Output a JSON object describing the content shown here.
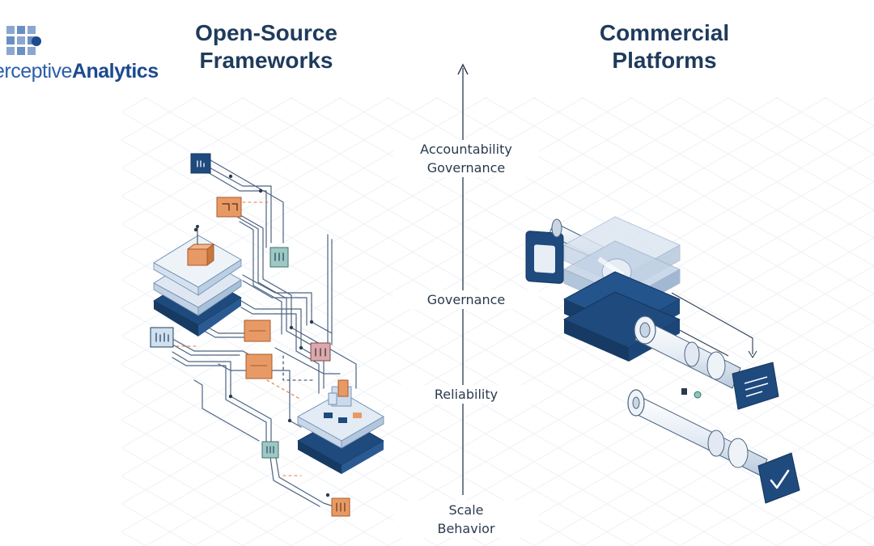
{
  "logo": {
    "text_light": "erceptive",
    "text_bold": "Analytics",
    "color_light": "#2c5fa8",
    "color_bold": "#1d4a8e"
  },
  "left_heading": {
    "line1": "Open-Source",
    "line2": "Frameworks"
  },
  "right_heading": {
    "line1": "Commercial",
    "line2": "Platforms"
  },
  "axis": {
    "labels": [
      {
        "line1": "Accountability",
        "line2": "Governance"
      },
      {
        "line1": "Governance",
        "line2": ""
      },
      {
        "line1": "Reliability",
        "line2": ""
      },
      {
        "line1": "Scale",
        "line2": "Behavior"
      }
    ]
  },
  "colors": {
    "navy": "#1e4a7e",
    "slate": "#1f3b5c",
    "steel": "#6f8fb5",
    "pale": "#c9d9ea",
    "orange": "#e89a66",
    "teal": "#8fc3bd",
    "pink": "#d9a9ad"
  },
  "icons": [
    "check-icon",
    "document-icon",
    "arrow-up-icon"
  ]
}
